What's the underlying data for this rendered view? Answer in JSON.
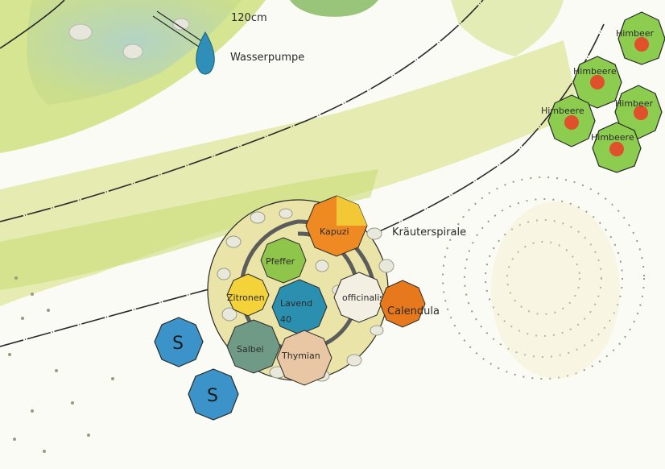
{
  "labels": {
    "measurement": "120cm",
    "water_pump": "Wasserpumpe",
    "herb_spiral": "Kräuterspirale",
    "kapuzi": "Kapuzi",
    "pfeffer": "Pfeffer",
    "zitronen": "Zitronen",
    "lavendel": "Lavend",
    "lavendel_size": "40",
    "officinalis": "officinalis",
    "calendula": "Calendula",
    "salbei": "Salbei",
    "thymian": "Thymian",
    "raspberries": [
      "Himbeer",
      "Himbeere",
      "Himbeere",
      "Himbeer",
      "Himbeere"
    ],
    "s_marker_1": "S",
    "s_marker_2": "S"
  },
  "colors": {
    "background": "#fbfbf6",
    "grass_green": "#c7d96a",
    "grass_yellow": "#e8e08a",
    "pond_blue": "#9fc6c8",
    "water_drop": "#2f8fb8",
    "raspberry_leaf": "#7fc84a",
    "raspberry_fruit": "#e0502a",
    "s_marker": "#3b93c9",
    "kapuzi": "#ef8a22",
    "pfeffer": "#8fc54a",
    "zitronen": "#f3d23a",
    "lavendel": "#2b8fb0",
    "calendula": "#e8781c",
    "salbei": "#6f9a86",
    "thymian": "#e9c7a4",
    "officinalis": "#f3efe2",
    "spiral_stone": "#d8d3a0"
  }
}
